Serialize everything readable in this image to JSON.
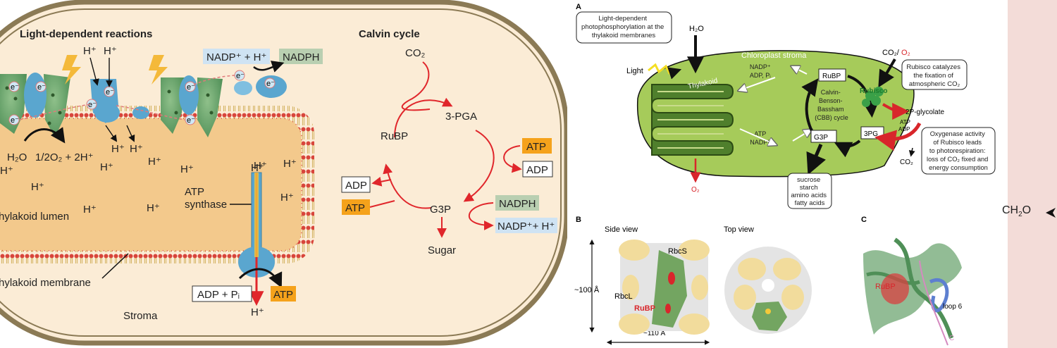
{
  "left_panel": {
    "heading_light": "Light-dependent reactions",
    "heading_calvin": "Calvin cycle",
    "h_plus": "H⁺",
    "electron": "e⁻",
    "nadp_h": "NADP⁺ + H⁺",
    "nadph": "NADPH",
    "water": "H₂O",
    "oxygen_products": "1/2O₂ + 2H⁺",
    "lumen": "hylakoid lumen",
    "membrane": "hylakoid membrane",
    "stroma": "Stroma",
    "atp_synthase_1": "ATP",
    "atp_synthase_2": "synthase",
    "adp_pi": "ADP + Pᵢ",
    "atp": "ATP",
    "adp": "ADP",
    "co2": "CO₂",
    "pga": "3-PGA",
    "rubp": "RuBP",
    "g3p": "G3P",
    "sugar": "Sugar",
    "nadp_h2": "NADP⁺+ H⁺"
  },
  "figure_a": {
    "letter": "A",
    "light_dep_box": [
      "Light-dependent",
      "photophosphorylation at the",
      "thylakoid membranes"
    ],
    "h2o": "H₂O",
    "light": "Light",
    "stroma": "Chloroplast stroma",
    "thylakoid": "Thylakoid",
    "nadp_adp": [
      "NADP⁺",
      "ADP, Pᵢ"
    ],
    "atp_nadph": [
      "ATP",
      "NADPH"
    ],
    "rubp": "RuBP",
    "cbb": [
      "Calvin-",
      "Benson-",
      "Bassham",
      "(CBB) cycle"
    ],
    "g3p": "G3P",
    "pg3": "3PG",
    "co2_o2_a": "CO₂/",
    "co2_o2_b": "O₂",
    "rubisco": "Rubisco",
    "rubisco_box": [
      "Rubisco catalyzes",
      "the fixation of",
      "atmospheric CO₂"
    ],
    "glycolate": "2P-glycolate",
    "atp": "ATP",
    "adp": "ADP",
    "oxygenase_box": [
      "Oxygenase activity",
      "of Rubisco leads",
      "to photorespiration:",
      "loss of CO₂ fixed and",
      "energy consumption"
    ],
    "co2_out": "CO₂",
    "o2_out": "O₂",
    "products": [
      "sucrose",
      "starch",
      "amino acids",
      "fatty acids"
    ]
  },
  "figure_b": {
    "letter": "B",
    "side_view": "Side view",
    "top_view": "Top view",
    "height": "~100 Å",
    "width": "~110 Å",
    "rbcs": "RbcS",
    "rbcl": "RbcL",
    "rubp": "RuBP"
  },
  "figure_c": {
    "letter": "C",
    "rubp": "RuBP",
    "loop": "loop 6",
    "c_label": "C"
  },
  "right_panel": {
    "ch2o_a": "CH",
    "ch2o_sub": "2",
    "ch2o_b": "O"
  },
  "colors": {
    "orange_box": "#f5a21b",
    "blue_box": "#cfe3f3",
    "green_box": "#b9cfb1",
    "chloroplast": "#a6cb5a",
    "red_arrow": "#e0262b",
    "cell_bg": "#fbecd6",
    "right_bg": "#f3dcd8"
  }
}
